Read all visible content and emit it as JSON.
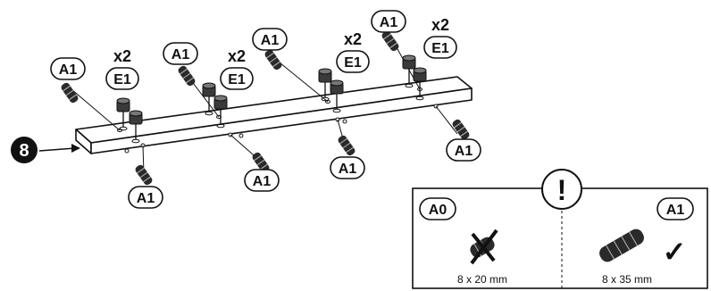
{
  "step": {
    "number": "8"
  },
  "labels": {
    "a1": "A1",
    "e1": "E1",
    "x2": "x2",
    "a0": "A0"
  },
  "notice": {
    "mark": "!",
    "wrong": {
      "code": "A0",
      "size": "8 x 20 mm"
    },
    "right": {
      "code": "A1",
      "size": "8 x 35 mm",
      "check": "✓"
    }
  }
}
